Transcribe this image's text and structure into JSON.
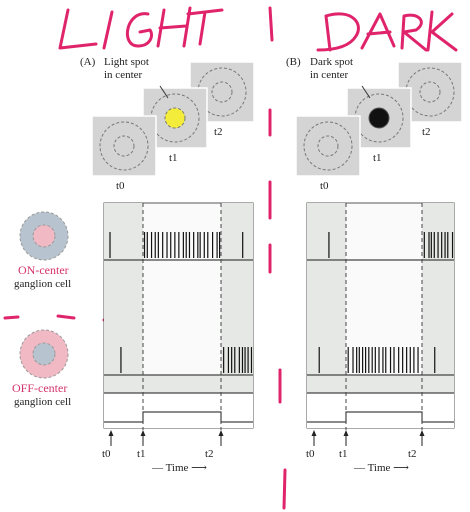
{
  "annotations": {
    "light": "LIGHT",
    "dark": "DARK"
  },
  "panel_a": {
    "letter": "(A)",
    "caption_line1": "Light spot",
    "caption_line2": "in center",
    "frames": [
      "t0",
      "t1",
      "t2"
    ],
    "spot_color": "#f4ec3a"
  },
  "panel_b": {
    "letter": "(B)",
    "caption_line1": "Dark spot",
    "caption_line2": "in center",
    "frames": [
      "t0",
      "t1",
      "t2"
    ],
    "spot_color": "#111111"
  },
  "cells": {
    "on_name": "ON-center",
    "on_sub": "ganglion cell",
    "off_name": "OFF-center",
    "off_sub": "ganglion cell"
  },
  "axis": {
    "time_label": "Time",
    "ticks": [
      "t0",
      "t1",
      "t2"
    ]
  },
  "colors": {
    "accent_pink": "#d6336c",
    "panel_shade": "#e6e8e6",
    "frame_gray": "#d4d4d4"
  },
  "chart_data": {
    "type": "raster",
    "time_marks": {
      "t0": 0,
      "t1": 1,
      "t2": 2
    },
    "panels": [
      {
        "name": "(A)",
        "on_center": {
          "baseline_rate": "low",
          "stimulus_rate": "high",
          "after_rate": "low"
        },
        "off_center": {
          "baseline_rate": "low",
          "stimulus_rate": "none",
          "after_rate": "high"
        }
      },
      {
        "name": "(B)",
        "on_center": {
          "baseline_rate": "low",
          "stimulus_rate": "none",
          "after_rate": "high"
        },
        "off_center": {
          "baseline_rate": "low",
          "stimulus_rate": "high",
          "after_rate": "low"
        }
      }
    ]
  }
}
